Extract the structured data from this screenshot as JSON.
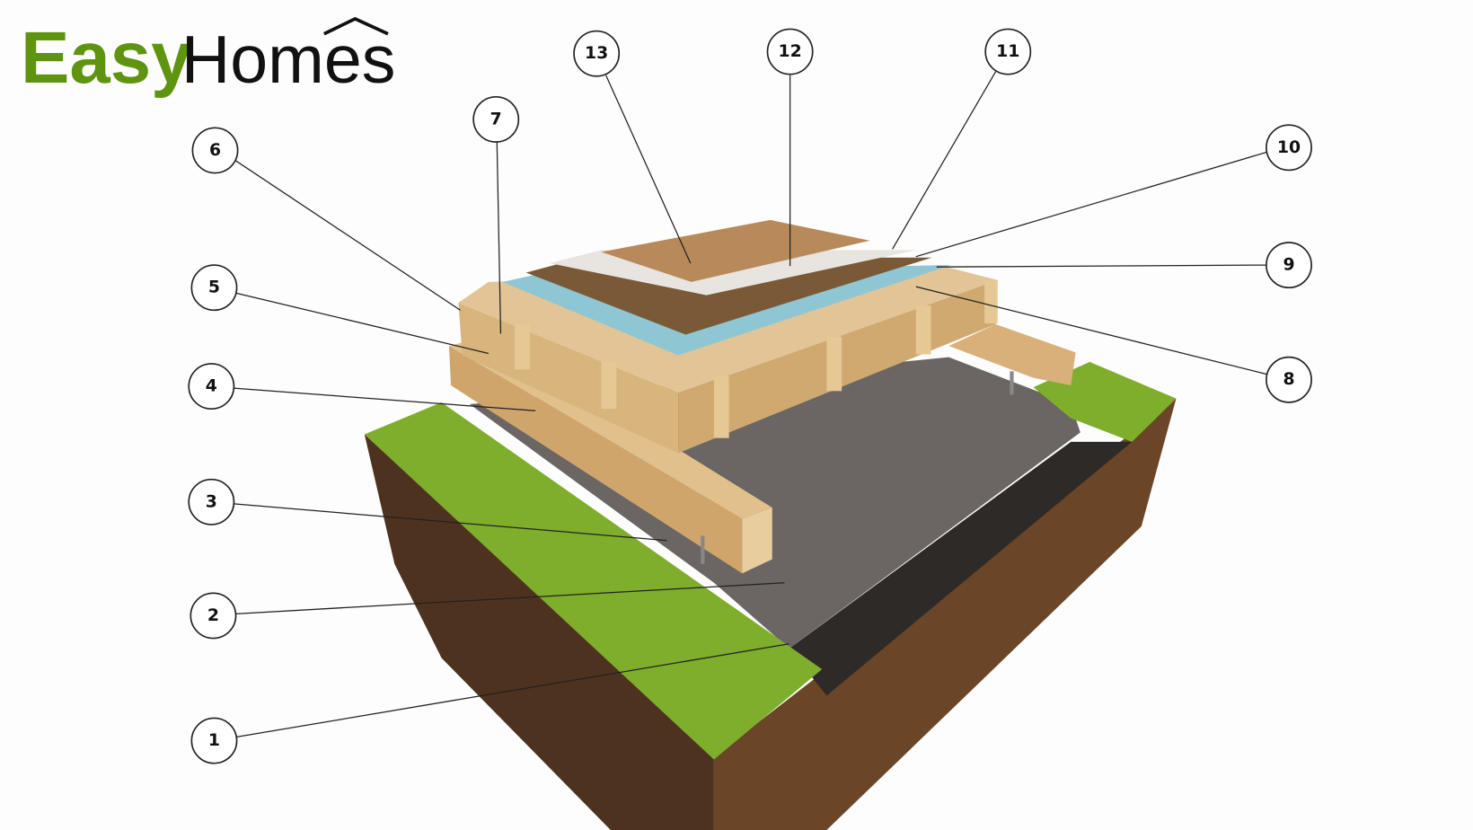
{
  "logo": {
    "part1": "Easy",
    "part2": "Homes",
    "brand_color": "#5f9410"
  },
  "callouts": [
    "1",
    "2",
    "3",
    "4",
    "5",
    "6",
    "7",
    "8",
    "9",
    "10",
    "11",
    "12",
    "13"
  ],
  "colors": {
    "soil": "#5a3a22",
    "grass": "#7fae2c",
    "gravel": "#6b6663",
    "wood": "#d9b07a",
    "osb": "#d8b57d",
    "membrane": "#8fc6d4",
    "fiberboard": "#7a5a36",
    "underlay": "#e8e4e0",
    "flooring": "#b88a5a"
  }
}
